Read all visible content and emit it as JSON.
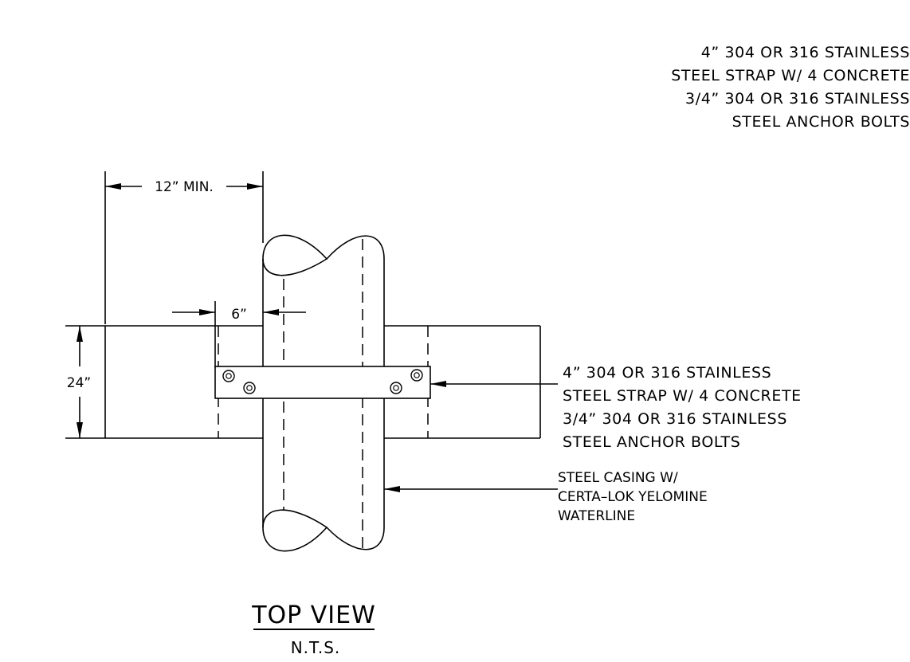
{
  "top_note": {
    "lines": [
      "4” 304 OR 316 STAINLESS",
      "STEEL STRAP W/ 4 CONCRETE",
      "3/4” 304 OR 316 STAINLESS",
      "STEEL ANCHOR BOLTS"
    ]
  },
  "dimensions": {
    "min_offset": "12” MIN.",
    "strap_offset": "6”",
    "slab_width": "24”"
  },
  "strap_note": {
    "lines": [
      "4” 304 OR 316 STAINLESS",
      "STEEL STRAP W/ 4 CONCRETE",
      "3/4” 304 OR 316 STAINLESS",
      "STEEL ANCHOR BOLTS"
    ]
  },
  "casing_note": {
    "lines": [
      "STEEL CASING W/",
      "CERTA–LOK YELOMINE",
      "WATERLINE"
    ]
  },
  "view_title": "TOP VIEW",
  "scale_note": "N.T.S."
}
